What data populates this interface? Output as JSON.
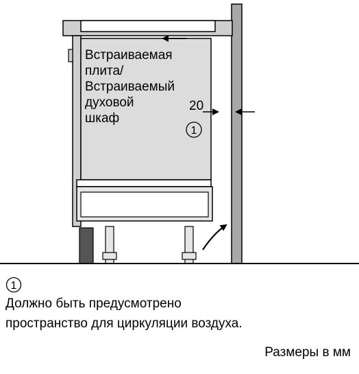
{
  "appliance_label": {
    "lines": [
      "Встраиваемая",
      "плита/",
      "Встраиваемый",
      "духовой",
      "шкаф"
    ]
  },
  "dimension": {
    "value": "20"
  },
  "marker": {
    "number": "1"
  },
  "legend": {
    "marker_number": "1",
    "lines": [
      "Должно быть предусмотрено",
      "пространство для циркуляции воздуха."
    ]
  },
  "units_note": "Размеры в мм",
  "colors": {
    "appliance_fill": "#dcdcdc",
    "wall_fill": "#a8a8a8",
    "plinth_fill": "#555555",
    "line": "#000000"
  }
}
